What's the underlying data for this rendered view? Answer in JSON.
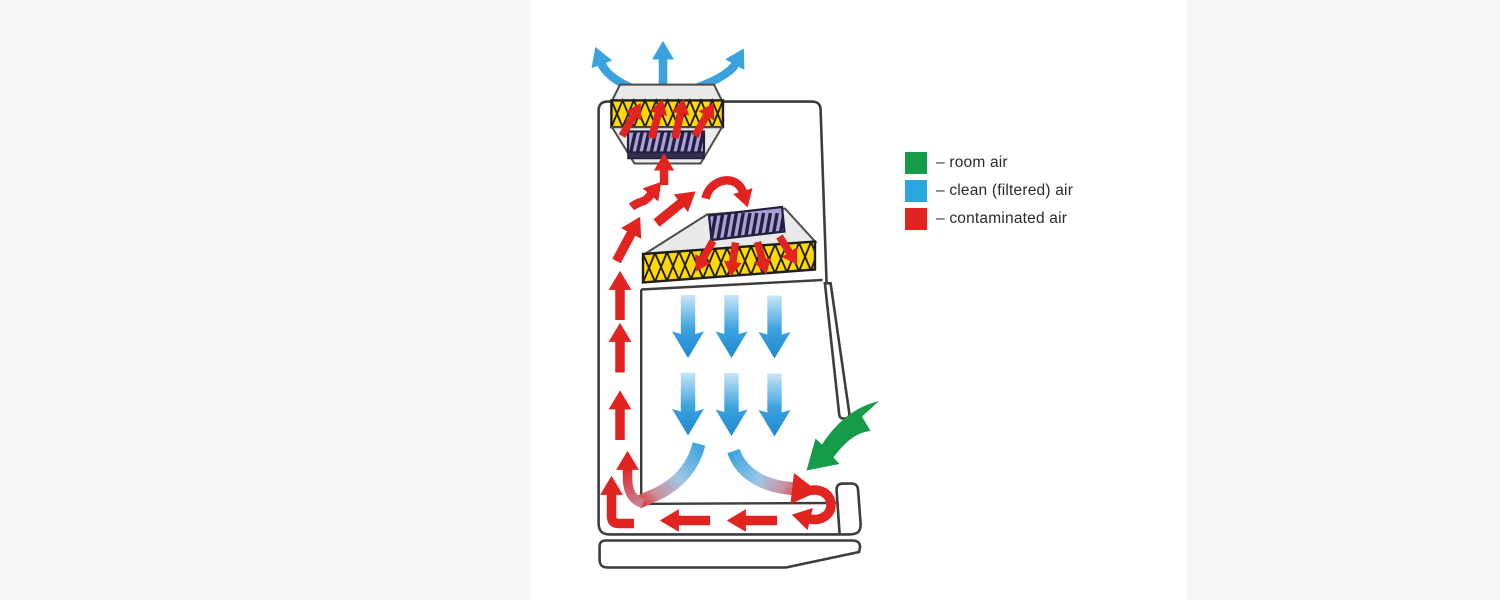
{
  "colors": {
    "canvasbg": "#f7f7f7",
    "imagebg": "#ffffff",
    "text": "#2b2b2b",
    "red": "#e1241f",
    "pink": "#c87f90",
    "green": "#169c49",
    "blue": "#3aa2de",
    "bluelight": "#c8e6f8",
    "bluedeep": "#1f88cf",
    "yellow": "#ffd900",
    "lavender": "#a9a2d8",
    "stripe": "#232040",
    "outline": "#3d3d3d",
    "panel": "#e9e9e9",
    "panel2": "#ededed"
  },
  "legend": {
    "items": [
      {
        "id": "room-air",
        "label": "– room air",
        "color": "#169c49"
      },
      {
        "id": "clean-air",
        "label": "– clean (filtered) air",
        "color": "#29a8e0"
      },
      {
        "id": "contaminated-air",
        "label": "– contaminated air",
        "color": "#e1241f"
      }
    ]
  }
}
